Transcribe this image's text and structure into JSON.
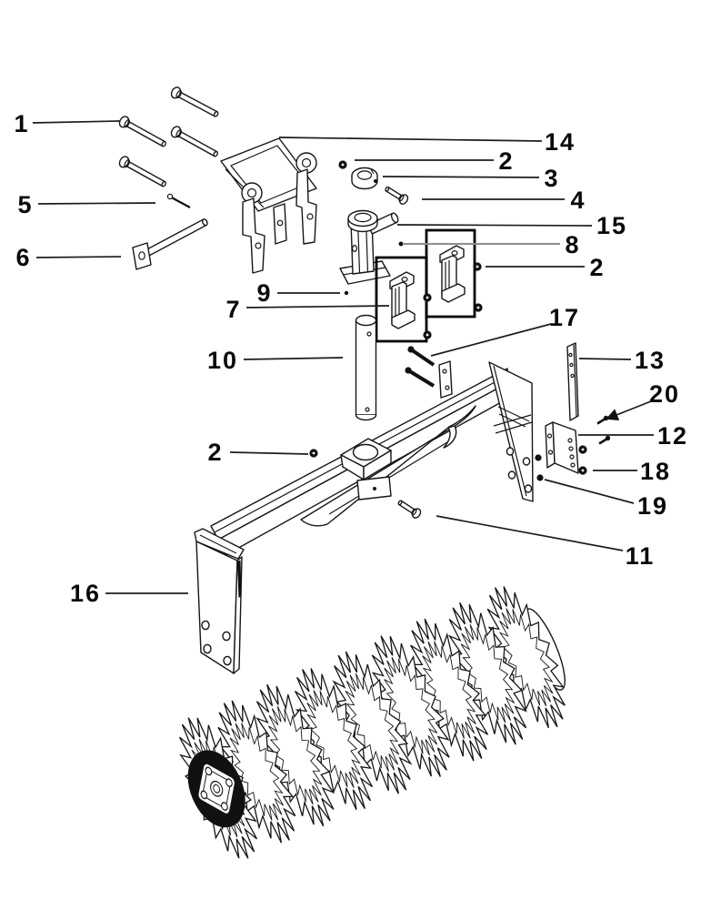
{
  "figure": {
    "background": "#ffffff",
    "line_color": "#1a1a1a",
    "leader_gray_color": "#8d8d8d"
  },
  "callouts": {
    "n1": "1",
    "n5": "5",
    "n6": "6",
    "n14": "14",
    "n2a": "2",
    "n3": "3",
    "n4": "4",
    "n15": "15",
    "n8": "8",
    "n2b": "2",
    "n9": "9",
    "n7": "7",
    "n17": "17",
    "n10": "10",
    "n13": "13",
    "n20": "20",
    "n12": "12",
    "n2c": "2",
    "n18": "18",
    "n19": "19",
    "n11": "11",
    "n16": "16"
  }
}
